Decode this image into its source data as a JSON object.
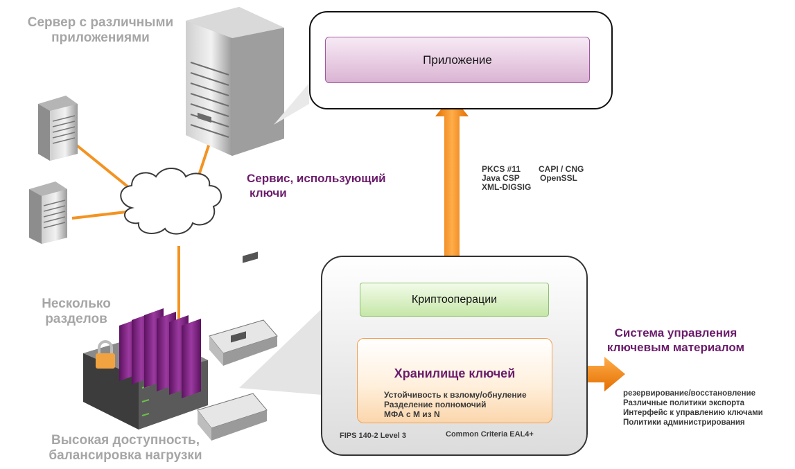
{
  "labels": {
    "server_multi_app_line1": "Сервер с различными",
    "server_multi_app_line2": "приложениями",
    "key_service_line1": "Сервис, использующий",
    "key_service_line2": "ключи",
    "partitions_line1": "Несколько",
    "partitions_line2": "разделов",
    "ha_line1": "Высокая доступность,",
    "ha_line2": "балансировка нагрузки",
    "kms_line1": "Система управления",
    "kms_line2": "ключевым материалом"
  },
  "app_box": {
    "label": "Приложение"
  },
  "apis": {
    "pkcs11": "PKCS #11",
    "capi_cng": "CAPI / CNG",
    "java_csp": "Java CSP",
    "openssl": "OpenSSL",
    "xml_digsig": "XML-DIGSIG"
  },
  "hsm": {
    "crypto_label": "Криптооперации",
    "keystore_title": "Хранилище ключей",
    "keystore_features": [
      "Устойчивость к взлому/обнуление",
      "Разделение полномочий",
      "МФА с M из N"
    ],
    "fips": "FIPS 140-2 Level 3",
    "cc": "Common Criteria EAL4+"
  },
  "management_features": [
    "резервирование/восстановление",
    "Различные политики экспорта",
    "Интерфейс к управлению ключами",
    "Политики администрирования"
  ],
  "colors": {
    "orange": "#f39322",
    "purple": "#6b1c6b",
    "gray_label": "#a6a6a6",
    "partition_purple": "#7a1e7d"
  }
}
